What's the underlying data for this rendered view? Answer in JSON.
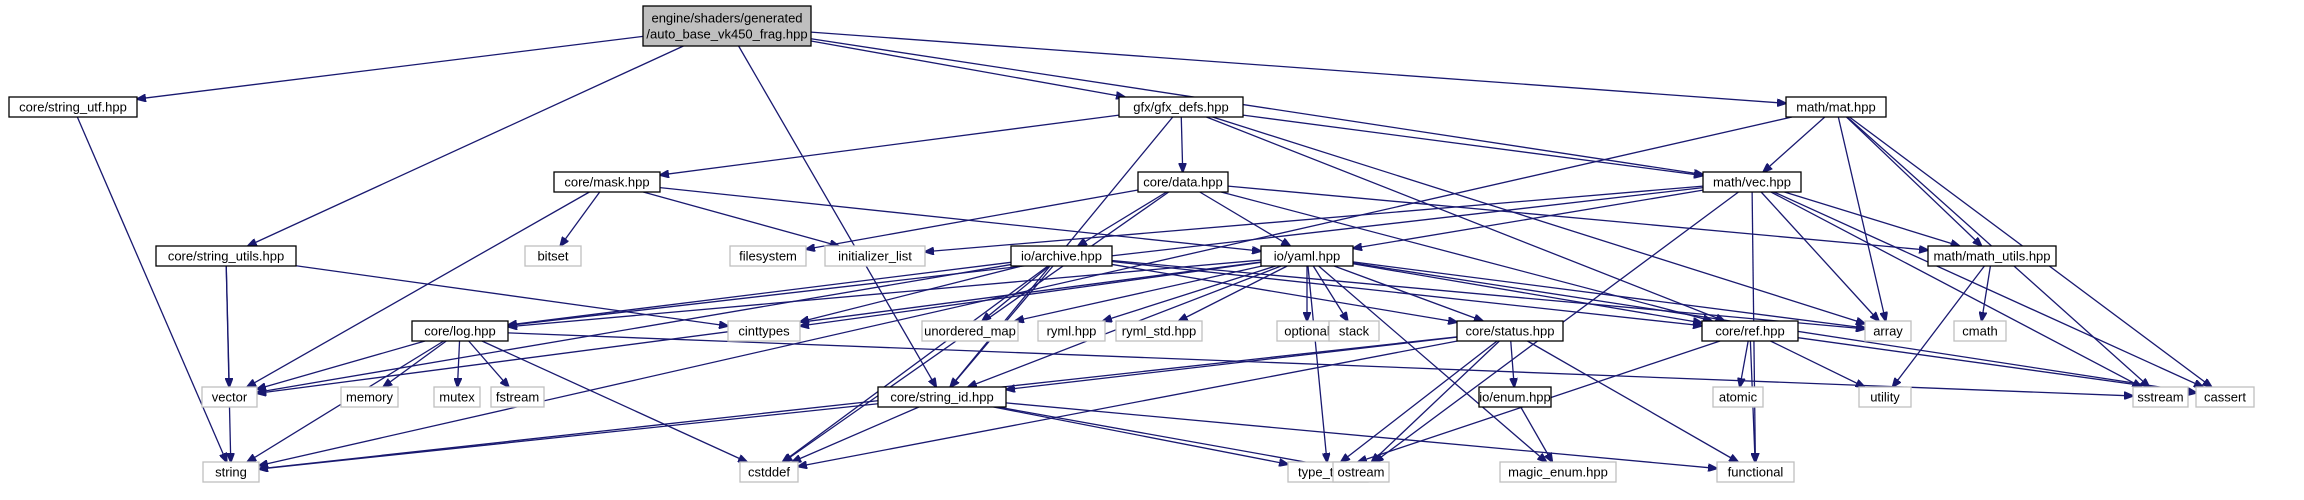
{
  "title": "engine/shaders/generated/auto_base_vk450_frag.hpp",
  "colors": {
    "edge": "#191970",
    "local_border": "#000000",
    "system_border": "#bfbfbf",
    "root_fill": "#bfbfbf"
  },
  "nodes": [
    {
      "id": "root",
      "label": "engine/shaders/generated\n/auto_base_vk450_frag.hpp",
      "kind": "root"
    },
    {
      "id": "string_utf",
      "label": "core/string_utf.hpp",
      "kind": "local"
    },
    {
      "id": "gfx_defs",
      "label": "gfx/gfx_defs.hpp",
      "kind": "local"
    },
    {
      "id": "mat",
      "label": "math/mat.hpp",
      "kind": "local"
    },
    {
      "id": "mask",
      "label": "core/mask.hpp",
      "kind": "local"
    },
    {
      "id": "data",
      "label": "core/data.hpp",
      "kind": "local"
    },
    {
      "id": "vec",
      "label": "math/vec.hpp",
      "kind": "local"
    },
    {
      "id": "string_utils",
      "label": "core/string_utils.hpp",
      "kind": "local"
    },
    {
      "id": "bitset",
      "label": "bitset",
      "kind": "system"
    },
    {
      "id": "filesystem",
      "label": "filesystem",
      "kind": "system"
    },
    {
      "id": "initializer_list",
      "label": "initializer_list",
      "kind": "system"
    },
    {
      "id": "archive",
      "label": "io/archive.hpp",
      "kind": "local"
    },
    {
      "id": "yaml",
      "label": "io/yaml.hpp",
      "kind": "local"
    },
    {
      "id": "math_utils",
      "label": "math/math_utils.hpp",
      "kind": "local"
    },
    {
      "id": "cinttypes",
      "label": "cinttypes",
      "kind": "system"
    },
    {
      "id": "unordered_map",
      "label": "unordered_map",
      "kind": "system"
    },
    {
      "id": "ryml",
      "label": "ryml.hpp",
      "kind": "system"
    },
    {
      "id": "ryml_std",
      "label": "ryml_std.hpp",
      "kind": "system"
    },
    {
      "id": "optional",
      "label": "optional",
      "kind": "system"
    },
    {
      "id": "stack",
      "label": "stack",
      "kind": "system"
    },
    {
      "id": "array",
      "label": "array",
      "kind": "system"
    },
    {
      "id": "cmath",
      "label": "cmath",
      "kind": "system"
    },
    {
      "id": "log",
      "label": "core/log.hpp",
      "kind": "local"
    },
    {
      "id": "status",
      "label": "core/status.hpp",
      "kind": "local"
    },
    {
      "id": "ref",
      "label": "core/ref.hpp",
      "kind": "local"
    },
    {
      "id": "vector",
      "label": "vector",
      "kind": "system"
    },
    {
      "id": "memory",
      "label": "memory",
      "kind": "system"
    },
    {
      "id": "mutex",
      "label": "mutex",
      "kind": "system"
    },
    {
      "id": "fstream",
      "label": "fstream",
      "kind": "system"
    },
    {
      "id": "string_id",
      "label": "core/string_id.hpp",
      "kind": "local"
    },
    {
      "id": "enum",
      "label": "io/enum.hpp",
      "kind": "local"
    },
    {
      "id": "atomic",
      "label": "atomic",
      "kind": "system"
    },
    {
      "id": "utility",
      "label": "utility",
      "kind": "system"
    },
    {
      "id": "sstream",
      "label": "sstream",
      "kind": "system"
    },
    {
      "id": "cassert",
      "label": "cassert",
      "kind": "system"
    },
    {
      "id": "string",
      "label": "string",
      "kind": "system"
    },
    {
      "id": "cstddef",
      "label": "cstddef",
      "kind": "system"
    },
    {
      "id": "type_traits",
      "label": "type_traits",
      "kind": "system"
    },
    {
      "id": "ostream",
      "label": "ostream",
      "kind": "system"
    },
    {
      "id": "magic_enum",
      "label": "magic_enum.hpp",
      "kind": "system"
    },
    {
      "id": "functional",
      "label": "functional",
      "kind": "system"
    }
  ],
  "edges": [
    [
      "root",
      "string_utf"
    ],
    [
      "root",
      "string_utils"
    ],
    [
      "root",
      "string_id"
    ],
    [
      "root",
      "gfx_defs"
    ],
    [
      "root",
      "vec"
    ],
    [
      "root",
      "mat"
    ],
    [
      "string_utf",
      "string"
    ],
    [
      "gfx_defs",
      "mask"
    ],
    [
      "gfx_defs",
      "data"
    ],
    [
      "gfx_defs",
      "vec"
    ],
    [
      "gfx_defs",
      "string_id"
    ],
    [
      "gfx_defs",
      "ref"
    ],
    [
      "gfx_defs",
      "array"
    ],
    [
      "mat",
      "vec"
    ],
    [
      "mat",
      "math_utils"
    ],
    [
      "mat",
      "array"
    ],
    [
      "mat",
      "sstream"
    ],
    [
      "mat",
      "cassert"
    ],
    [
      "mat",
      "string"
    ],
    [
      "mask",
      "bitset"
    ],
    [
      "mask",
      "initializer_list"
    ],
    [
      "mask",
      "yaml"
    ],
    [
      "mask",
      "vector"
    ],
    [
      "data",
      "filesystem"
    ],
    [
      "data",
      "archive"
    ],
    [
      "data",
      "yaml"
    ],
    [
      "data",
      "ref"
    ],
    [
      "data",
      "math_utils"
    ],
    [
      "data",
      "cstddef"
    ],
    [
      "vec",
      "math_utils"
    ],
    [
      "vec",
      "yaml"
    ],
    [
      "vec",
      "initializer_list"
    ],
    [
      "vec",
      "array"
    ],
    [
      "vec",
      "sstream"
    ],
    [
      "vec",
      "cassert"
    ],
    [
      "vec",
      "functional"
    ],
    [
      "vec",
      "ostream"
    ],
    [
      "vec",
      "log"
    ],
    [
      "string_utils",
      "vector"
    ],
    [
      "string_utils",
      "string"
    ],
    [
      "string_utils",
      "cinttypes"
    ],
    [
      "archive",
      "log"
    ],
    [
      "archive",
      "status"
    ],
    [
      "archive",
      "ref"
    ],
    [
      "archive",
      "string_id"
    ],
    [
      "archive",
      "cinttypes"
    ],
    [
      "archive",
      "unordered_map"
    ],
    [
      "archive",
      "vector"
    ],
    [
      "archive",
      "array"
    ],
    [
      "archive",
      "cstddef"
    ],
    [
      "yaml",
      "log"
    ],
    [
      "yaml",
      "status"
    ],
    [
      "yaml",
      "ref"
    ],
    [
      "yaml",
      "string_id"
    ],
    [
      "yaml",
      "cinttypes"
    ],
    [
      "yaml",
      "unordered_map"
    ],
    [
      "yaml",
      "ryml"
    ],
    [
      "yaml",
      "ryml_std"
    ],
    [
      "yaml",
      "optional"
    ],
    [
      "yaml",
      "stack"
    ],
    [
      "yaml",
      "array"
    ],
    [
      "yaml",
      "vector"
    ],
    [
      "yaml",
      "type_traits"
    ],
    [
      "yaml",
      "magic_enum"
    ],
    [
      "yaml",
      "cassert"
    ],
    [
      "math_utils",
      "cmath"
    ],
    [
      "math_utils",
      "utility"
    ],
    [
      "log",
      "vector"
    ],
    [
      "log",
      "memory"
    ],
    [
      "log",
      "mutex"
    ],
    [
      "log",
      "fstream"
    ],
    [
      "log",
      "string"
    ],
    [
      "log",
      "sstream"
    ],
    [
      "log",
      "cstddef"
    ],
    [
      "status",
      "string_id"
    ],
    [
      "status",
      "enum"
    ],
    [
      "status",
      "type_traits"
    ],
    [
      "status",
      "ostream"
    ],
    [
      "status",
      "functional"
    ],
    [
      "status",
      "string"
    ],
    [
      "status",
      "cstddef"
    ],
    [
      "ref",
      "atomic"
    ],
    [
      "ref",
      "utility"
    ],
    [
      "ref",
      "functional"
    ],
    [
      "ref",
      "type_traits"
    ],
    [
      "ref",
      "cassert"
    ],
    [
      "string_id",
      "string"
    ],
    [
      "string_id",
      "cstddef"
    ],
    [
      "string_id",
      "type_traits"
    ],
    [
      "string_id",
      "ostream"
    ],
    [
      "string_id",
      "functional"
    ],
    [
      "enum",
      "magic_enum"
    ]
  ]
}
